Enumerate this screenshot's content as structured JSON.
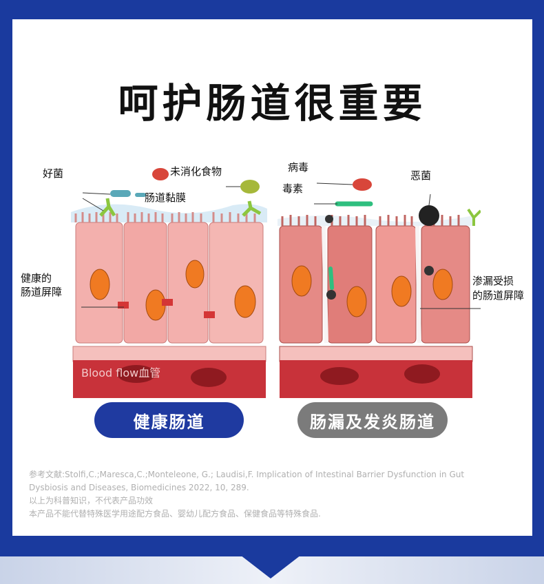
{
  "title": "呵护肠道很重要",
  "left_panel": {
    "labels": {
      "good_bacteria": "好菌",
      "undigested_food": "未消化食物",
      "mucus": "肠道黏膜",
      "healthy_barrier_1": "健康的",
      "healthy_barrier_2": "肠道屏障",
      "blood_flow": "Blood flow血管"
    },
    "button": "健康肠道"
  },
  "right_panel": {
    "labels": {
      "virus": "病毒",
      "toxin": "毒素",
      "bad_bacteria": "恶菌",
      "damaged_barrier_1": "渗漏受损",
      "damaged_barrier_2": "的肠道屏障"
    },
    "button": "肠漏及发炎肠道"
  },
  "references": [
    "参考文献:Stolfi,C.;Maresca,C.;Monteleone, G.; Laudisi,F. Implication of Intestinal Barrier Dysfunction in Gut",
    "Dysbiosis and Diseases, Biomedicines 2022, 10, 289.",
    "以上为科普知识，不代表产品功效",
    "本产品不能代替特殊医学用途配方食品、婴幼儿配方食品、保健食品等特殊食品."
  ],
  "colors": {
    "brand_blue": "#1a3a9e",
    "button_blue": "#1f3aa0",
    "button_gray": "#7b7b7b",
    "cell_healthy": "#f3b0ad",
    "cell_damaged": "#e58a86",
    "nucleus": "#f07a22",
    "blood": "#c8323a"
  }
}
